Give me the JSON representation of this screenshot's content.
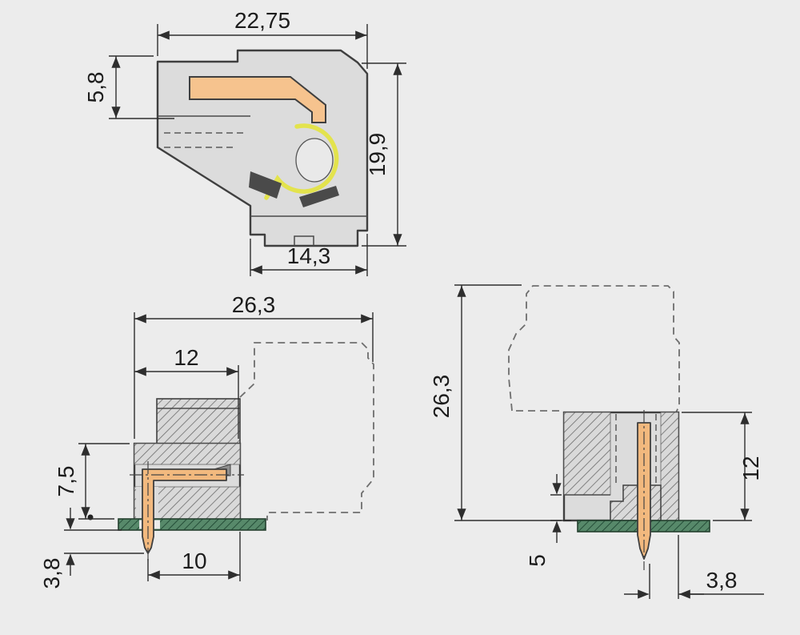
{
  "drawing": {
    "views": {
      "top": {
        "dims": {
          "overall_width": "22,75",
          "upper_height": "5,8",
          "overall_height": "19,9",
          "lower_width": "14,3"
        }
      },
      "bottom_left": {
        "dims": {
          "overall_width": "26,3",
          "body_width": "12",
          "height_above_board": "7,5",
          "pin_offset": "10",
          "pin_protrusion": "3,8"
        }
      },
      "bottom_right": {
        "dims": {
          "overall_height": "26,3",
          "body_height": "12",
          "step_height": "5",
          "pin_protrusion": "3,8"
        }
      }
    },
    "colors": {
      "background": "#ececec",
      "body_fill": "#dcdcdc",
      "outline": "#3f3f3f",
      "conductor": "#f6c38e",
      "spring": "#e3e34d",
      "pin": "#f2b97e",
      "pcb_green": "#57896a",
      "dimension_text": "#1c1c1c"
    }
  }
}
